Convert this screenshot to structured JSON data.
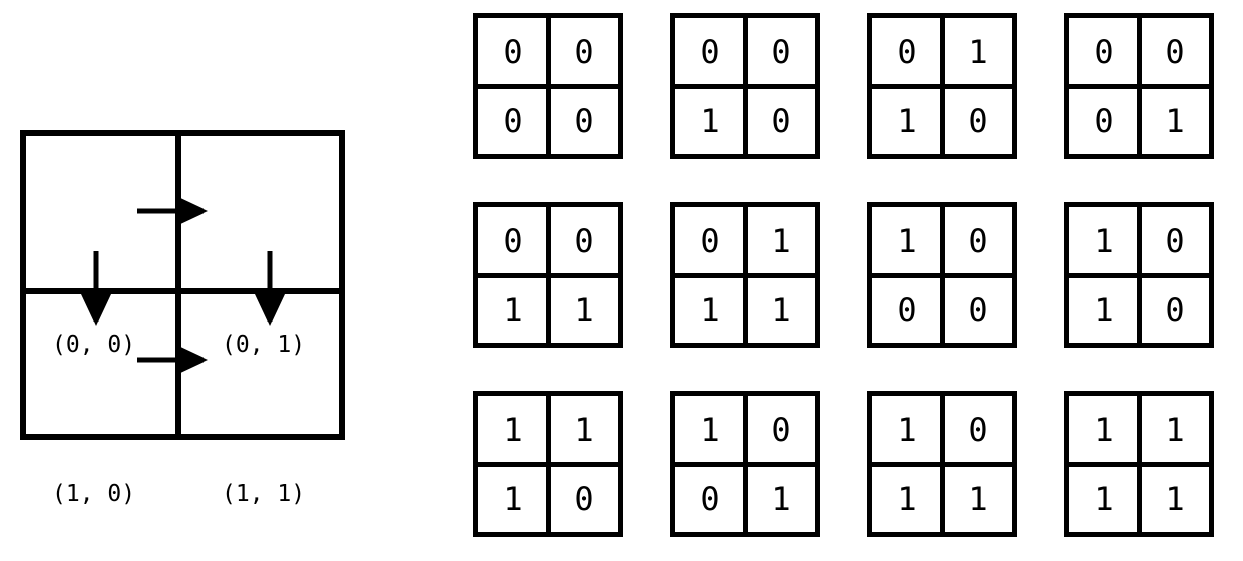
{
  "index_diagram": {
    "name": "index-position-diagram",
    "labels": [
      {
        "id": "top-left",
        "text": "(0, 0)"
      },
      {
        "id": "top-right",
        "text": "(0, 1)"
      },
      {
        "id": "bottom-left",
        "text": "(1, 0)"
      },
      {
        "id": "bottom-right",
        "text": "(1, 1)"
      }
    ],
    "arrows": [
      {
        "id": "top-row-right-arrow",
        "direction": "right",
        "from": "(0, 0)",
        "to": "(0, 1)"
      },
      {
        "id": "bottom-row-right-arrow",
        "direction": "right",
        "from": "(1, 0)",
        "to": "(1, 1)"
      },
      {
        "id": "left-col-down-arrow",
        "direction": "down",
        "from": "(0, 0)",
        "to": "(1, 0)"
      },
      {
        "id": "right-col-down-arrow",
        "direction": "down",
        "from": "(0, 1)",
        "to": "(1, 1)"
      }
    ],
    "stroke_color": "#000000",
    "background_color": "#ffffff"
  },
  "matrix_grid": {
    "name": "binary-matrix-enumeration",
    "rows": 3,
    "columns": 4,
    "cell_values_note": "each tile is a 2x2 binary matrix read row-major",
    "matrices": [
      {
        "id": "m1",
        "row": 0,
        "col": 0,
        "values": [
          [
            "0",
            "0"
          ],
          [
            "0",
            "0"
          ]
        ]
      },
      {
        "id": "m2",
        "row": 0,
        "col": 1,
        "values": [
          [
            "0",
            "0"
          ],
          [
            "1",
            "0"
          ]
        ]
      },
      {
        "id": "m3",
        "row": 0,
        "col": 2,
        "values": [
          [
            "0",
            "1"
          ],
          [
            "1",
            "0"
          ]
        ]
      },
      {
        "id": "m4",
        "row": 0,
        "col": 3,
        "values": [
          [
            "0",
            "0"
          ],
          [
            "0",
            "1"
          ]
        ]
      },
      {
        "id": "m5",
        "row": 1,
        "col": 0,
        "values": [
          [
            "0",
            "0"
          ],
          [
            "1",
            "1"
          ]
        ]
      },
      {
        "id": "m6",
        "row": 1,
        "col": 1,
        "values": [
          [
            "0",
            "1"
          ],
          [
            "1",
            "1"
          ]
        ]
      },
      {
        "id": "m7",
        "row": 1,
        "col": 2,
        "values": [
          [
            "1",
            "0"
          ],
          [
            "0",
            "0"
          ]
        ]
      },
      {
        "id": "m8",
        "row": 1,
        "col": 3,
        "values": [
          [
            "1",
            "0"
          ],
          [
            "1",
            "0"
          ]
        ]
      },
      {
        "id": "m9",
        "row": 2,
        "col": 0,
        "values": [
          [
            "1",
            "1"
          ],
          [
            "1",
            "0"
          ]
        ]
      },
      {
        "id": "m10",
        "row": 2,
        "col": 1,
        "values": [
          [
            "1",
            "0"
          ],
          [
            "0",
            "1"
          ]
        ]
      },
      {
        "id": "m11",
        "row": 2,
        "col": 2,
        "values": [
          [
            "1",
            "0"
          ],
          [
            "1",
            "1"
          ]
        ]
      },
      {
        "id": "m12",
        "row": 2,
        "col": 3,
        "values": [
          [
            "1",
            "1"
          ],
          [
            "1",
            "1"
          ]
        ]
      }
    ]
  },
  "colors": {
    "stroke": "#000000",
    "background": "#ffffff",
    "text": "#000000"
  }
}
